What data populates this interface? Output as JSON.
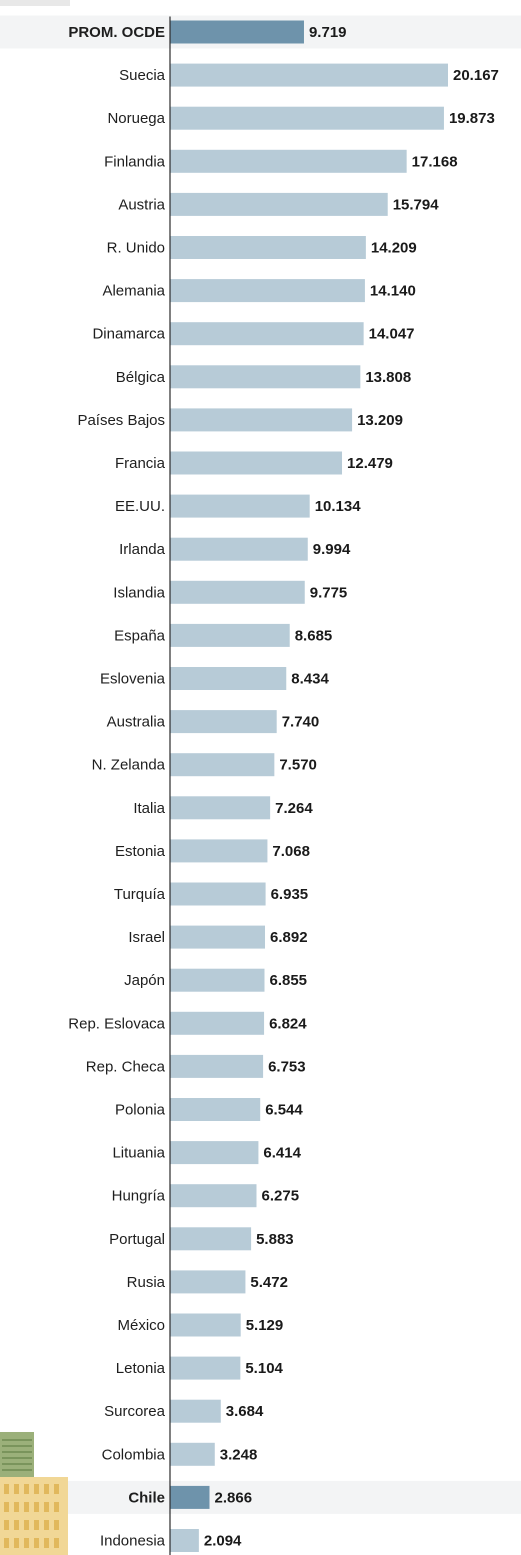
{
  "colors": {
    "bar": "#b7cbd7",
    "bar_highlight": "#6e93ab",
    "highlight_row_bg": "#f3f4f5",
    "text": "#1a1a1a"
  },
  "chart_data": {
    "type": "bar",
    "orientation": "horizontal",
    "title": "",
    "xlabel": "",
    "ylabel": "",
    "grid": false,
    "legend": "none",
    "highlighted": [
      "PROM. OCDE",
      "Chile"
    ],
    "categories": [
      "PROM. OCDE",
      "Suecia",
      "Noruega",
      "Finlandia",
      "Austria",
      "R. Unido",
      "Alemania",
      "Dinamarca",
      "Bélgica",
      "Países Bajos",
      "Francia",
      "EE.UU.",
      "Irlanda",
      "Islandia",
      "España",
      "Eslovenia",
      "Australia",
      "N. Zelanda",
      "Italia",
      "Estonia",
      "Turquía",
      "Israel",
      "Japón",
      "Rep. Eslovaca",
      "Rep. Checa",
      "Polonia",
      "Lituania",
      "Hungría",
      "Portugal",
      "Rusia",
      "México",
      "Letonia",
      "Surcorea",
      "Colombia",
      "Chile",
      "Indonesia"
    ],
    "values": [
      9719,
      20167,
      19873,
      17168,
      15794,
      14209,
      14140,
      14047,
      13808,
      13209,
      12479,
      10134,
      9994,
      9775,
      8685,
      8434,
      7740,
      7570,
      7264,
      7068,
      6935,
      6892,
      6855,
      6824,
      6753,
      6544,
      6414,
      6275,
      5883,
      5472,
      5129,
      5104,
      3684,
      3248,
      2866,
      2094
    ],
    "value_labels": [
      "9.719",
      "20.167",
      "19.873",
      "17.168",
      "15.794",
      "14.209",
      "14.140",
      "14.047",
      "13.808",
      "13.209",
      "12.479",
      "10.134",
      "9.994",
      "9.775",
      "8.685",
      "8.434",
      "7.740",
      "7.570",
      "7.264",
      "7.068",
      "6.935",
      "6.892",
      "6.855",
      "6.824",
      "6.753",
      "6.544",
      "6.414",
      "6.275",
      "5.883",
      "5.472",
      "5.129",
      "5.104",
      "3.684",
      "3.248",
      "2.866",
      "2.094"
    ],
    "xlim": [
      0,
      20167
    ]
  }
}
